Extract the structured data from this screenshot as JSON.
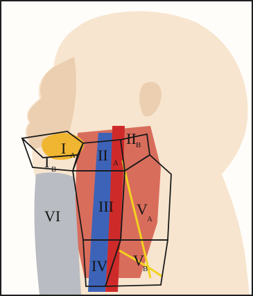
{
  "figure": {
    "levels": [
      {
        "key": "IA",
        "main": "I",
        "sub": "A"
      },
      {
        "key": "IB",
        "main": "I",
        "sub": "B"
      },
      {
        "key": "IIA",
        "main": "II",
        "sub": "A"
      },
      {
        "key": "IIB",
        "main": "II",
        "sub": "B"
      },
      {
        "key": "III",
        "main": "III",
        "sub": ""
      },
      {
        "key": "IV",
        "main": "IV",
        "sub": ""
      },
      {
        "key": "VA",
        "main": "V",
        "sub": "A"
      },
      {
        "key": "VB",
        "main": "V",
        "sub": "B"
      },
      {
        "key": "VI",
        "main": "VI",
        "sub": ""
      }
    ]
  },
  "colors": {
    "skin": "#f7e5cf",
    "skin_shadow": "#eccfb0",
    "muscle": "#d96d5c",
    "artery": "#cf2a2a",
    "vein": "#3d63b8",
    "nerve": "#f2d21f",
    "gland": "#f0b531",
    "trachea": "#b9bcc2",
    "zone_outline": "#1a1a1a"
  }
}
